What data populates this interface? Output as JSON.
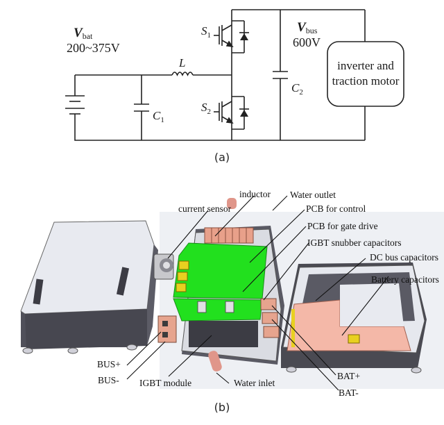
{
  "figure": {
    "panel_a": {
      "caption": "(a)",
      "vbat": {
        "symbol": "V",
        "subscript": "bat",
        "value": "200~375V"
      },
      "vbus": {
        "symbol": "V",
        "subscript": "bus",
        "value": "600V"
      },
      "inductor_label": "L",
      "c1": {
        "symbol": "C",
        "subscript": "1"
      },
      "c2": {
        "symbol": "C",
        "subscript": "2"
      },
      "s1": {
        "symbol": "S",
        "subscript": "1"
      },
      "s2": {
        "symbol": "S",
        "subscript": "2"
      },
      "load_box": {
        "line1": "inverter and",
        "line2": "traction motor"
      }
    },
    "panel_b": {
      "caption": "(b)",
      "labels": {
        "inductor": "inductor",
        "water_outlet": "Water outlet",
        "current_sensor": "current sensor",
        "pcb_control": "PCB for control",
        "pcb_gate_drive": "PCB for gate drive",
        "igbt_snubber": "IGBT snubber capacitors",
        "dc_bus_capacitors": "DC bus capacitors",
        "battery_capacitors": "Battery capacitors",
        "bus_plus": "BUS+",
        "bus_minus": "BUS-",
        "igbt_module": "IGBT module",
        "water_inlet": "Water inlet",
        "bat_plus": "BAT+",
        "bat_minus": "BAT-"
      },
      "colors": {
        "pcb_green": "#22e01e",
        "copper": "#e8a08a",
        "capacitor_pink": "#f4b8a8",
        "housing_dark": "#4a4a52",
        "housing_light": "#e6e8ee",
        "terminal_yellow": "#e8d020"
      }
    }
  }
}
